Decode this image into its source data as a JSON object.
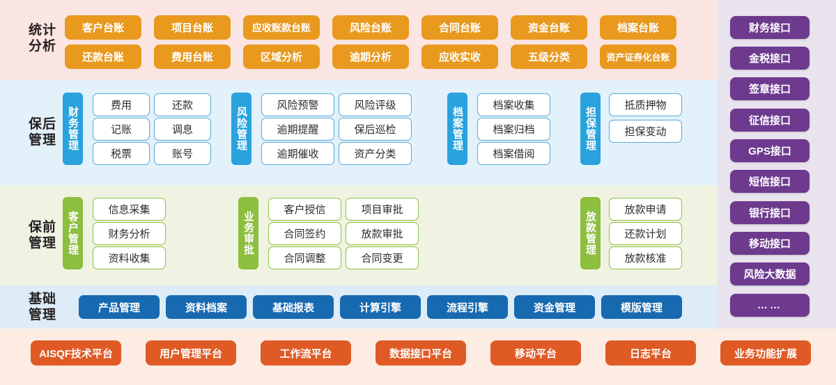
{
  "colors": {
    "statistics_band": "#fbe5e2",
    "post_band": "#e3f1fa",
    "pre_band": "#f0f3e2",
    "base_band": "#ddecf7",
    "platform_band": "#fcece2",
    "interface_panel": "#e9e3ee",
    "orange_button": "#e8991e",
    "purple_button": "#6d3a8e",
    "blue_button": "#1769b0",
    "red_button": "#df5a24",
    "blue_tab": "#29a2dd",
    "green_tab": "#8cbe3f"
  },
  "sections": {
    "statistics": {
      "label": "统计分析",
      "label_line1": "统计",
      "label_line2": "分析",
      "row1": [
        "客户台账",
        "项目台账",
        "应收账款台账",
        "风险台账",
        "合同台账",
        "资金台账",
        "档案台账"
      ],
      "row2": [
        "还款台账",
        "费用台账",
        "区域分析",
        "逾期分析",
        "应收实收",
        "五级分类",
        "资产证券化台账"
      ]
    },
    "post_loan": {
      "label": "保后管理",
      "label_line1": "保后",
      "label_line2": "管理",
      "groups": [
        {
          "tab": "财务管理",
          "items": [
            "费用",
            "还款",
            "记账",
            "调息",
            "税票",
            "账号"
          ],
          "columns": 2
        },
        {
          "tab": "风险管理",
          "items": [
            "风险预警",
            "风险评级",
            "逾期提醒",
            "保后巡检",
            "逾期催收",
            "资产分类"
          ],
          "columns": 2
        },
        {
          "tab": "档案管理",
          "items": [
            "档案收集",
            "档案归档",
            "档案借阅"
          ],
          "columns": 1
        },
        {
          "tab": "担保管理",
          "items": [
            "抵质押物",
            "担保变动"
          ],
          "columns": 1
        }
      ]
    },
    "pre_loan": {
      "label": "保前管理",
      "label_line1": "保前",
      "label_line2": "管理",
      "groups": [
        {
          "tab": "客户管理",
          "items": [
            "信息采集",
            "财务分析",
            "资料收集"
          ],
          "columns": 1
        },
        {
          "tab": "业务审批",
          "items": [
            "客户授信",
            "项目审批",
            "合同签约",
            "放款审批",
            "合同调整",
            "合同变更"
          ],
          "columns": 2
        },
        {
          "tab": "放款管理",
          "items": [
            "放款申请",
            "还款计划",
            "放款核准"
          ],
          "columns": 1
        }
      ]
    },
    "base": {
      "label": "基础管理",
      "label_line1": "基础",
      "label_line2": "管理",
      "items": [
        "产品管理",
        "资料档案",
        "基础报表",
        "计算引擎",
        "流程引擎",
        "资金管理",
        "模版管理"
      ]
    },
    "platform": {
      "items": [
        "AISQF技术平台",
        "用户管理平台",
        "工作流平台",
        "数据接口平台",
        "移动平台",
        "日志平台",
        "业务功能扩展"
      ]
    },
    "interfaces": {
      "items": [
        "财务接口",
        "金税接口",
        "签章接口",
        "征信接口",
        "GPS接口",
        "短信接口",
        "银行接口",
        "移动接口",
        "风险大数据",
        "……"
      ]
    }
  }
}
